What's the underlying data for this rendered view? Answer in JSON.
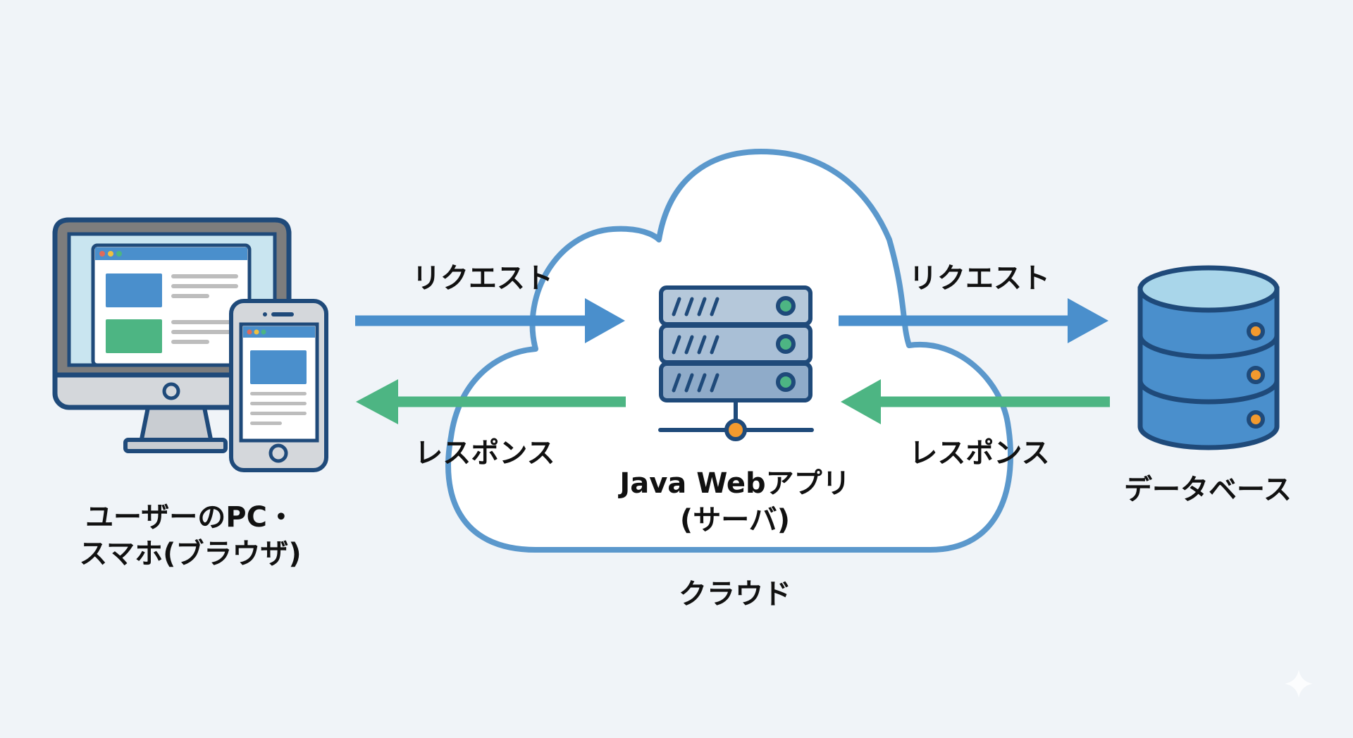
{
  "colors": {
    "background": "#f0f4f8",
    "request_arrow": "#4a8fcc",
    "response_arrow": "#4db583",
    "outline": "#1f4a7a",
    "cloud_stroke": "#5b98cc",
    "cloud_fill": "#ffffff",
    "server_fill": "#a9bfd6",
    "db_fill": "#4a8fcc",
    "db_top": "#a9d6ea",
    "led_green": "#4db583",
    "led_orange": "#f39a2e"
  },
  "nodes": {
    "client": {
      "icon": "pc-and-smartphone-icon",
      "label_line1": "ユーザーのPC・",
      "label_line2": "スマホ(ブラウザ)"
    },
    "server": {
      "icon": "server-rack-icon",
      "label_line1": "Java Webアプリ",
      "label_line2": "(サーバ)"
    },
    "database": {
      "icon": "database-icon",
      "label": "データベース"
    },
    "cloud": {
      "icon": "cloud-icon",
      "label": "クラウド"
    }
  },
  "edges": [
    {
      "from": "client",
      "to": "server",
      "label": "リクエスト",
      "kind": "request"
    },
    {
      "from": "server",
      "to": "client",
      "label": "レスポンス",
      "kind": "response"
    },
    {
      "from": "server",
      "to": "database",
      "label": "リクエスト",
      "kind": "request"
    },
    {
      "from": "database",
      "to": "server",
      "label": "レスポンス",
      "kind": "response"
    }
  ]
}
